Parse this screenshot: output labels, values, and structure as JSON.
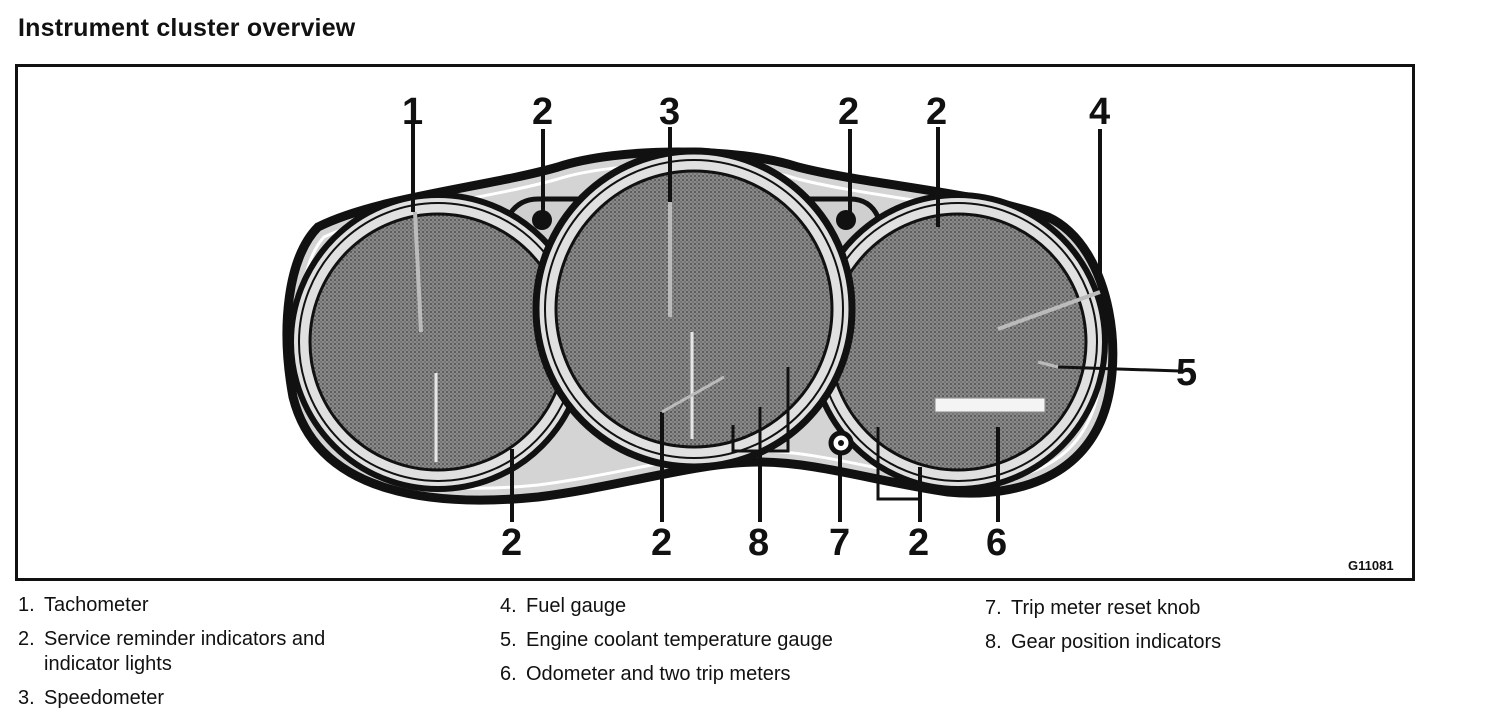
{
  "title": "Instrument cluster overview",
  "figure": {
    "code": "G11081",
    "callouts": {
      "tachometer": "1",
      "indicator_a": "2",
      "speedometer": "3",
      "indicator_b": "2",
      "indicator_c": "2",
      "fuel_gauge": "4",
      "coolant_gauge": "5",
      "indicator_bottom_left": "2",
      "indicator_bottom_center": "2",
      "gear_position": "8",
      "reset_knob": "7",
      "indicator_bottom_right": "2",
      "odometer": "6"
    }
  },
  "legend": [
    {
      "num": "1.",
      "text": "Tachometer"
    },
    {
      "num": "2.",
      "text": "Service reminder indicators and indicator lights"
    },
    {
      "num": "3.",
      "text": "Speedometer"
    },
    {
      "num": "4.",
      "text": "Fuel gauge"
    },
    {
      "num": "5.",
      "text": "Engine coolant temperature gauge"
    },
    {
      "num": "6.",
      "text": "Odometer and two trip meters"
    },
    {
      "num": "7.",
      "text": "Trip meter reset knob"
    },
    {
      "num": "8.",
      "text": "Gear position indicators"
    }
  ]
}
